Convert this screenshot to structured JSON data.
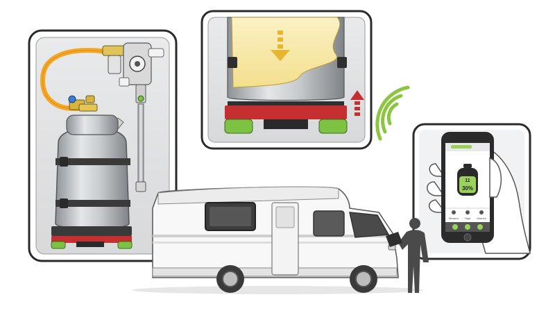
{
  "app": {
    "tank_label": "11",
    "tank_percent": "30%",
    "tabs": [
      "Messen",
      "Tage",
      "Warnen"
    ]
  },
  "colors": {
    "accent_green": "#7dc242",
    "scale_red": "#c62f2f",
    "hose_orange": "#f5a623",
    "brass": "#d9b340",
    "gas_fill": "#f7e7a3",
    "arrow_yellow": "#e8b531",
    "wifi_green": "#8cc63f",
    "phone_dark": "#2b2b2b"
  },
  "icons": {
    "down_arrow": "down-arrow-icon",
    "up_arrow": "up-arrow-icon",
    "signal": "wifi-signal-icon",
    "cylinder": "gas-cylinder-icon"
  }
}
